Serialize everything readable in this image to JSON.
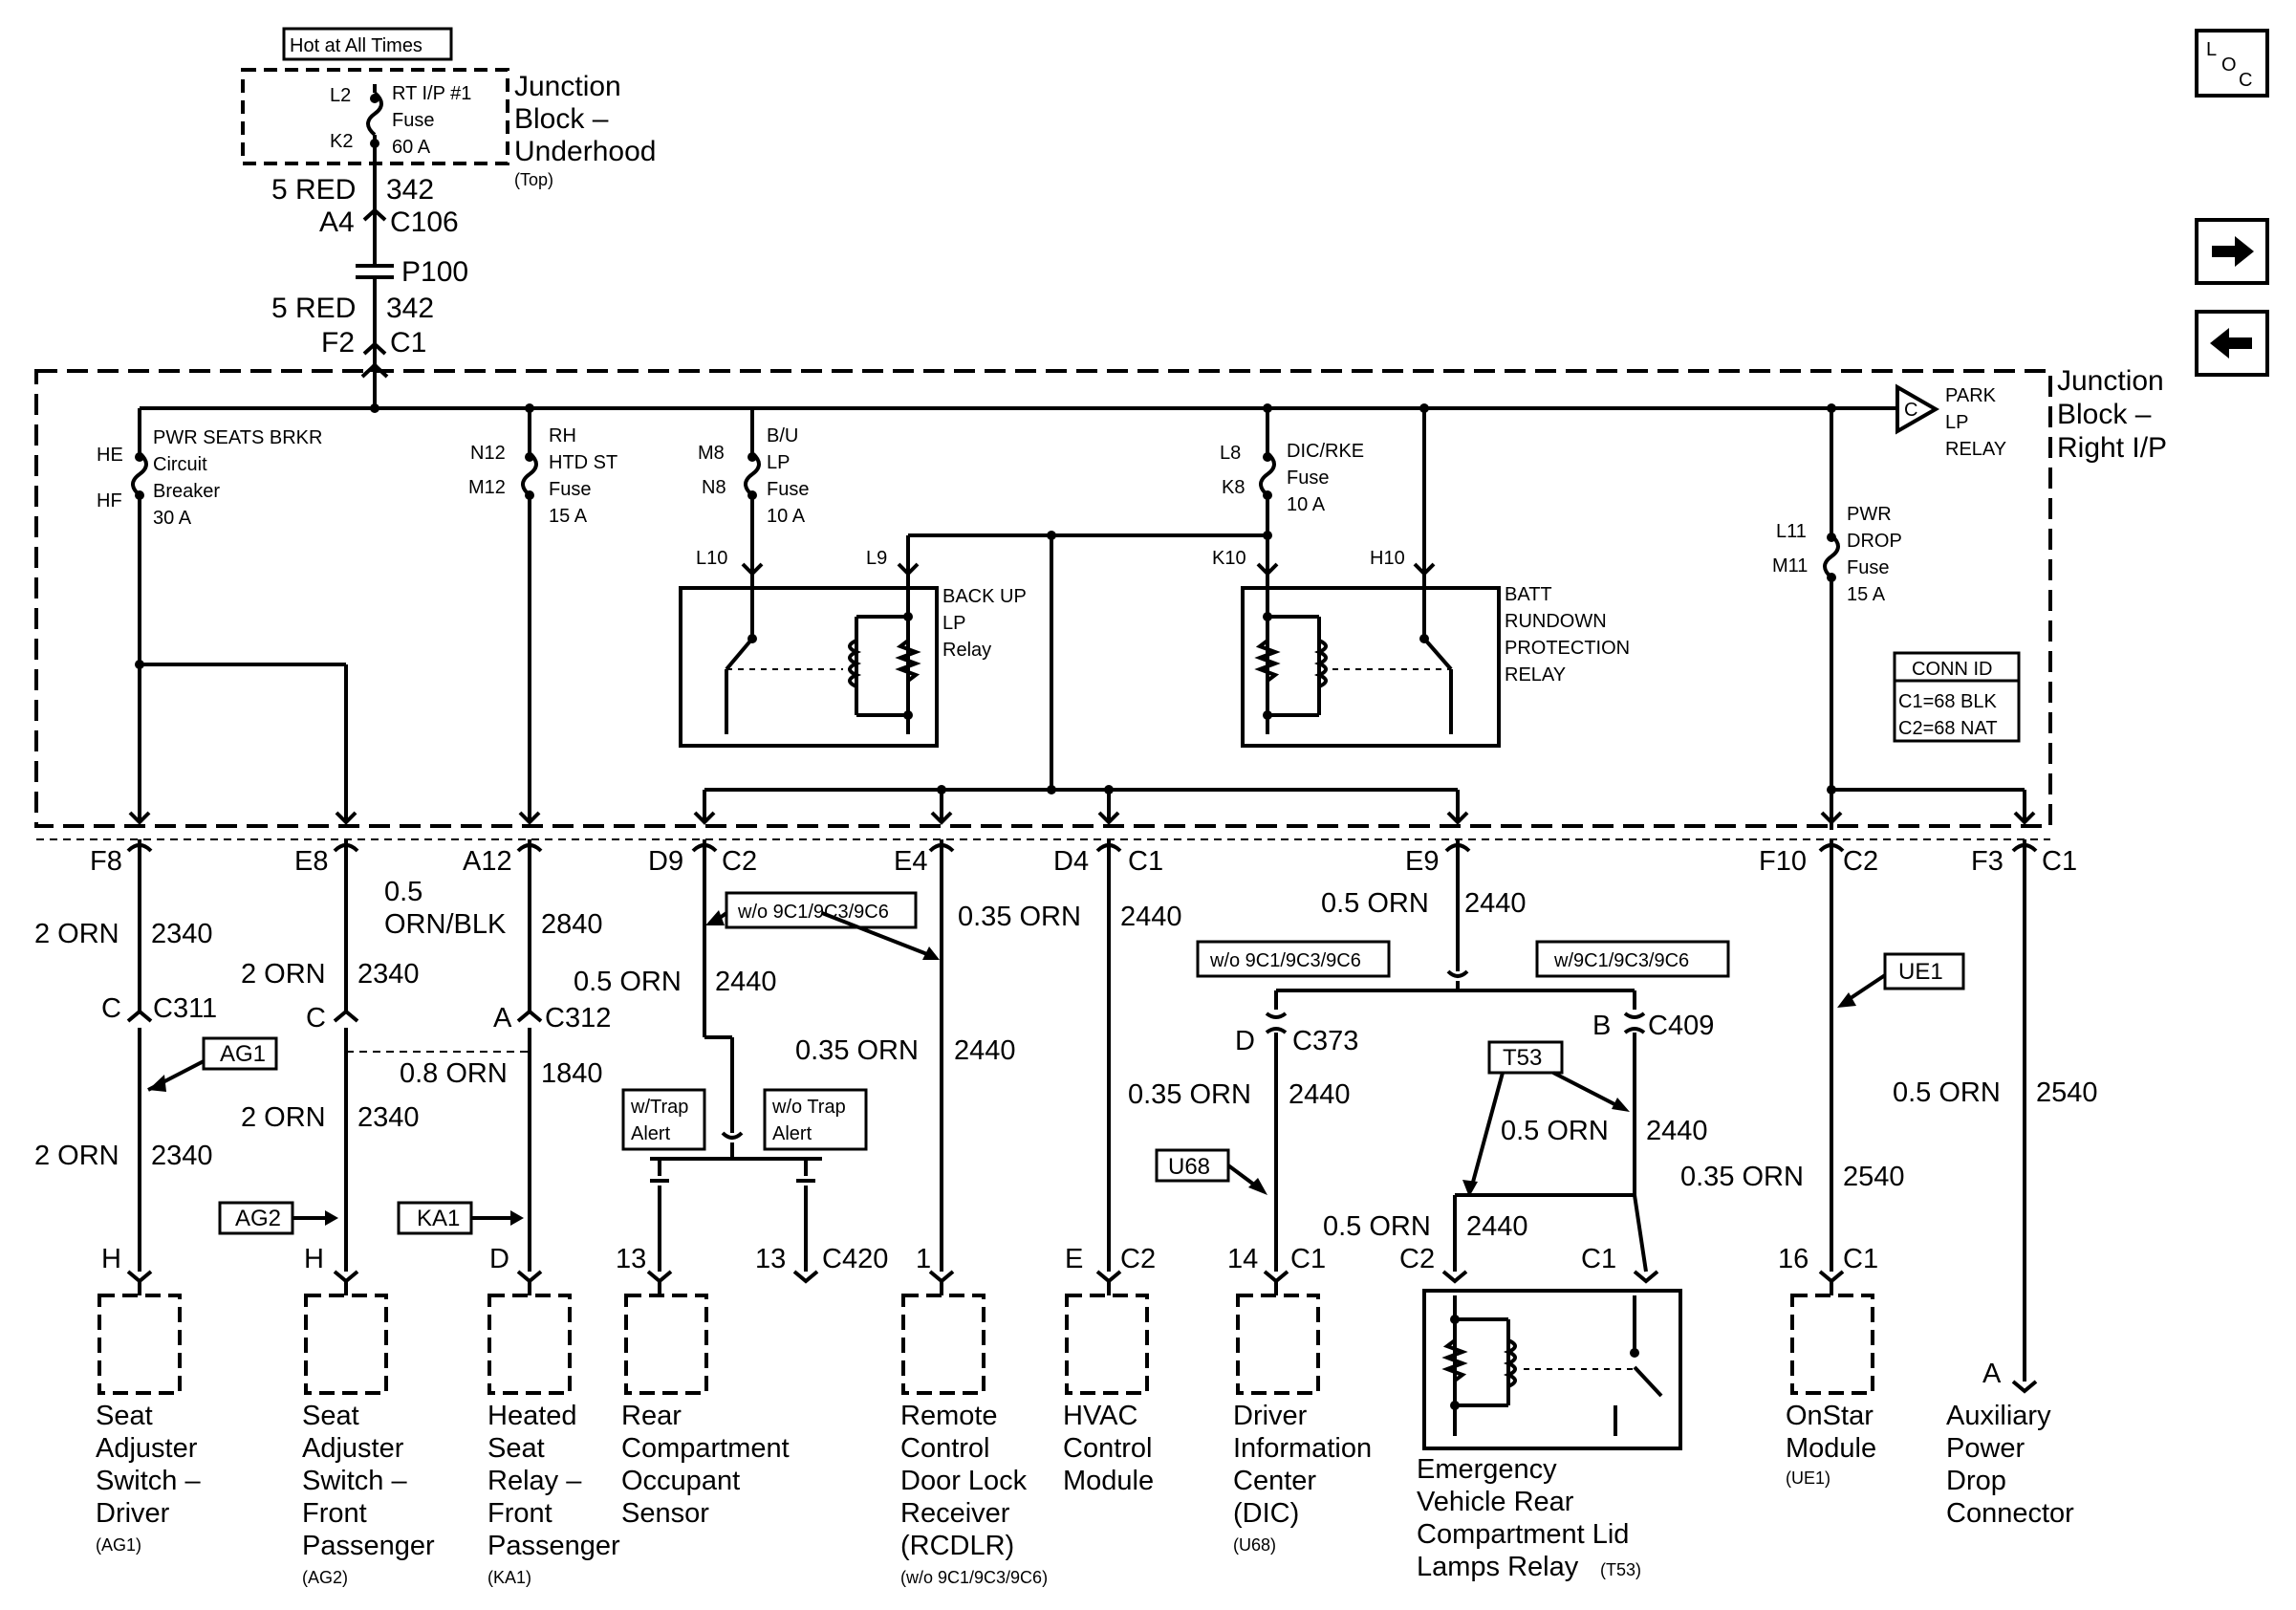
{
  "nav": {
    "loc_l": "L",
    "loc_o": "O",
    "loc_c": "C"
  },
  "top": {
    "hot": "Hot at All Times",
    "jb_uh": [
      "Junction",
      "Block –",
      "Underhood"
    ],
    "jb_uh_sub": "(Top)",
    "fuse_l2": "L2",
    "fuse_k2": "K2",
    "fuse_text": [
      "RT I/P #1",
      "Fuse",
      "60 A"
    ],
    "w1a": "5 RED",
    "w1b": "342",
    "c106a": "A4",
    "c106b": "C106",
    "p100": "P100",
    "w2a": "5 RED",
    "w2b": "342",
    "c1a": "F2",
    "c1b": "C1"
  },
  "jb": {
    "title": [
      "Junction",
      "Block –",
      "Right I/P"
    ],
    "park": [
      "PARK",
      "LP",
      "RELAY"
    ],
    "park_c": "C",
    "pwrseats": [
      "PWR SEATS BRKR",
      "Circuit",
      "Breaker",
      "30 A"
    ],
    "he": "HE",
    "hf": "HF",
    "rh": [
      "RH",
      "HTD ST",
      "Fuse",
      "15 A"
    ],
    "n12": "N12",
    "m12": "M12",
    "bu": [
      "B/U",
      "LP",
      "Fuse",
      "10 A"
    ],
    "m8": "M8",
    "n8": "N8",
    "dic": [
      "DIC/RKE",
      "Fuse",
      "10 A"
    ],
    "l8": "L8",
    "k8": "K8",
    "pwr": [
      "PWR",
      "DROP",
      "Fuse",
      "15 A"
    ],
    "l11": "L11",
    "m11": "M11",
    "l10": "L10",
    "l9": "L9",
    "k10": "K10",
    "h10": "H10",
    "backup": [
      "BACK UP",
      "LP",
      "Relay"
    ],
    "batt": [
      "BATT",
      "RUNDOWN",
      "PROTECTION",
      "RELAY"
    ],
    "conn": [
      "CONN ID",
      "C1=68 BLK",
      "C2=68 NAT"
    ]
  },
  "pins": {
    "f8": "F8",
    "e8": "E8",
    "a12": "A12",
    "d9": "D9",
    "c2a": "C2",
    "e4": "E4",
    "d4": "D4",
    "c1a": "C1",
    "e9": "E9",
    "f10": "F10",
    "c2b": "C2",
    "f3": "F3",
    "c1b": "C1"
  },
  "wires": {
    "w2orn": "2 ORN",
    "n2340": "2340",
    "w05": "0.5",
    "w05ob": "ORN/BLK",
    "n2840": "2840",
    "w05orn": "0.5 ORN",
    "n2440": "2440",
    "w035orn": "0.35 ORN",
    "n1840": "1840",
    "w08orn": "0.8 ORN",
    "n2540": "2540"
  },
  "labels": {
    "c311c": "C",
    "c311": "C311",
    "c312c": "C",
    "c312a": "A",
    "c312": "C312",
    "ag1": "AG1",
    "ag2": "AG2",
    "ka1": "KA1",
    "u68": "U68",
    "t53": "T53",
    "ue1": "UE1",
    "wo9c": "w/o 9C1/9C3/9C6",
    "w9c": "w/9C1/9C3/9C6",
    "wtrap": [
      "w/Trap",
      "Alert"
    ],
    "wotrap": [
      "w/o Trap",
      "Alert"
    ],
    "c373d": "D",
    "c373": "C373",
    "c409b": "B",
    "c409": "C409",
    "c420": "C420",
    "h1": "H",
    "h2": "H",
    "d1": "D",
    "n13a": "13",
    "n13b": "13",
    "n1": "1",
    "e1": "E",
    "c2c": "C2",
    "n14": "14",
    "c1c": "C1",
    "c2d": "C2",
    "c1d": "C1",
    "n16": "16",
    "c1e": "C1",
    "a1": "A"
  },
  "components": {
    "seat_drv": [
      "Seat",
      "Adjuster",
      "Switch –",
      "Driver"
    ],
    "seat_drv_sub": "(AG1)",
    "seat_pass": [
      "Seat",
      "Adjuster",
      "Switch –",
      "Front",
      "Passenger"
    ],
    "seat_pass_sub": "(AG2)",
    "heated": [
      "Heated",
      "Seat",
      "Relay –",
      "Front",
      "Passenger"
    ],
    "heated_sub": "(KA1)",
    "rear": [
      "Rear",
      "Compartment",
      "Occupant",
      "Sensor"
    ],
    "rcdlr": [
      "Remote",
      "Control",
      "Door Lock",
      "Receiver",
      "(RCDLR)"
    ],
    "rcdlr_sub": "(w/o 9C1/9C3/9C6)",
    "hvac": [
      "HVAC",
      "Control",
      "Module"
    ],
    "dic": [
      "Driver",
      "Information",
      "Center",
      "(DIC)"
    ],
    "dic_sub": "(U68)",
    "ev": [
      "Emergency",
      "Vehicle Rear",
      "Compartment Lid",
      "Lamps Relay"
    ],
    "ev_sub": "(T53)",
    "onstar": [
      "OnStar",
      "Module"
    ],
    "onstar_sub": "(UE1)",
    "aux": [
      "Auxiliary",
      "Power",
      "Drop",
      "Connector"
    ]
  }
}
